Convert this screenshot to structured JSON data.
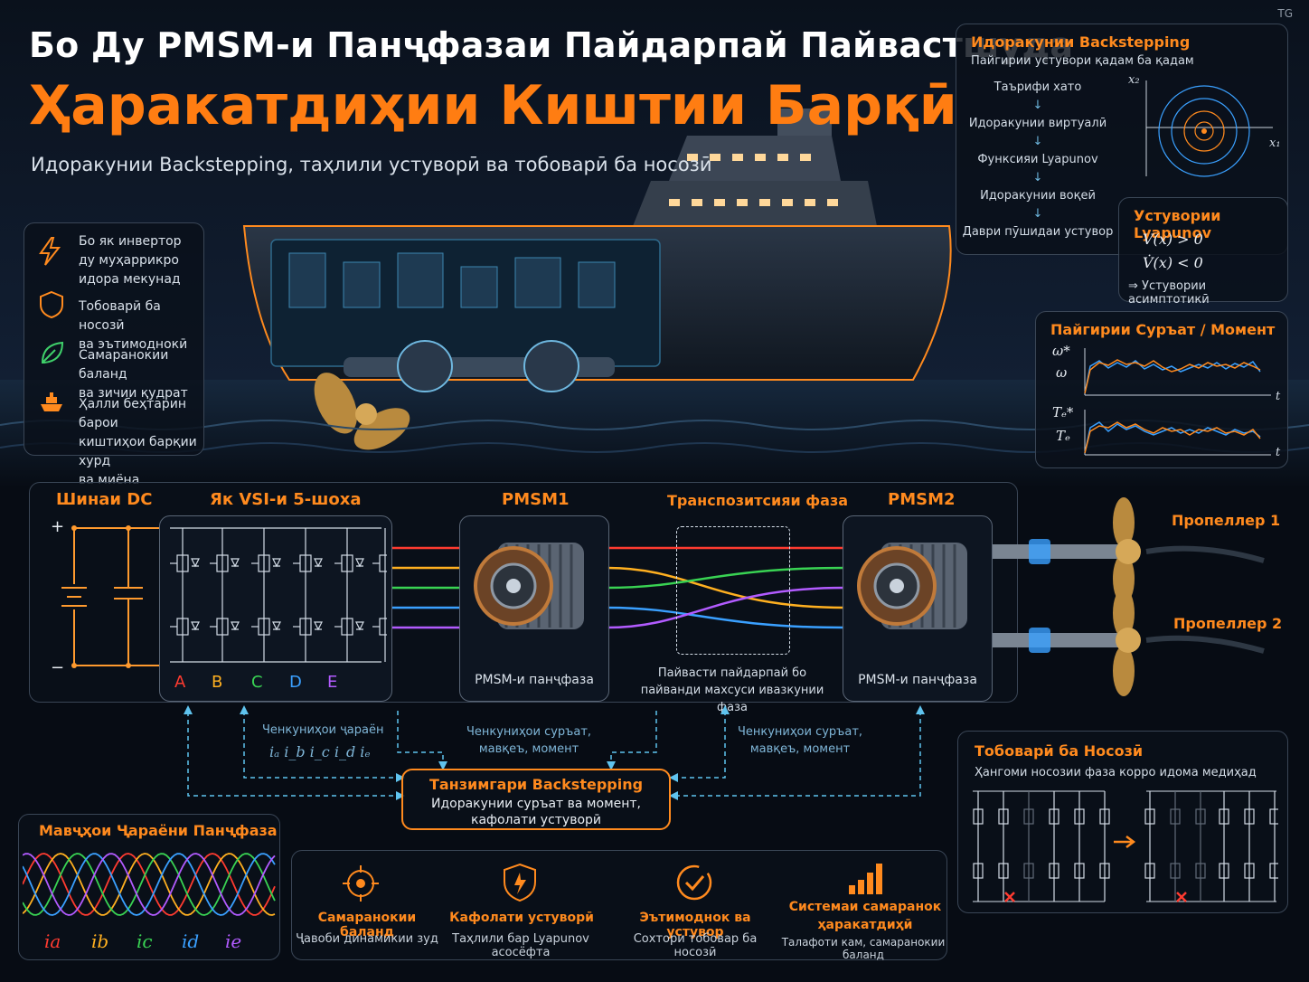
{
  "header": {
    "title_line1": "Бо Ду PMSM-и Панҷфазаи Пайдарпай Пайвастшуда",
    "title_line2": "Ҳаракатдиҳии Киштии Барқӣ",
    "subtitle": "Идоракунии Backstepping, таҳлили устуворӣ ва тобоварӣ ба носозӣ",
    "corner_tag": "TG"
  },
  "features": [
    {
      "icon": "lightning-icon",
      "text": [
        "Бо як инвертор",
        "ду муҳаррикро",
        "идора мекунад"
      ]
    },
    {
      "icon": "shield-icon",
      "text": [
        "Тобоварӣ ба носозӣ",
        "ва эътимоднокӣ"
      ]
    },
    {
      "icon": "leaf-icon",
      "text": [
        "Самаранокии баланд",
        "ва зичии қудрат"
      ]
    },
    {
      "icon": "ship-icon",
      "text": [
        "Ҳалли беҳтарин барои",
        "киштиҳои барқии хурд",
        "ва миёна"
      ]
    }
  ],
  "backstepping_panel": {
    "title": "Идоракунии Backstepping",
    "subtitle": "Пайгирии устувори қадам ба қадам",
    "steps": [
      "Таърифи хато",
      "Идоракунии виртуалӣ",
      "Функсияи Lyapunov",
      "Идоракунии воқеӣ",
      "Даври пӯшидаи устувор"
    ],
    "phase_axes": {
      "x": "x₁",
      "y": "x₂"
    }
  },
  "lyapunov_panel": {
    "title": "Устувории Lyapunov",
    "eq1": "V(x) > 0",
    "eq2": "V̇(x) < 0",
    "result": "⇒ Устувории асимптотикӣ"
  },
  "tracking_panel": {
    "title": "Пайгирии Суръат / Момент",
    "speed_labels": [
      "ω*",
      "ω"
    ],
    "torque_labels": [
      "Tₑ*",
      "Tₑ"
    ],
    "time_label": "t"
  },
  "drive": {
    "dc_bus": "Шинаи DC",
    "plus": "+",
    "minus": "−",
    "vsi": "Як VSI-и 5-шоха",
    "phases": [
      "A",
      "B",
      "C",
      "D",
      "E"
    ],
    "pmsm1": "PMSM1",
    "pmsm1_caption": "PMSM-и панҷфаза",
    "transposition": "Транспозитсияи фаза",
    "transposition_caption": [
      "Пайвасти пайдарпай бо",
      "пайванди махсуси ивазкунии фаза"
    ],
    "pmsm2": "PMSM2",
    "pmsm2_caption": "PMSM-и панҷфаза",
    "propeller1": "Пропеллер 1",
    "propeller2": "Пропеллер 2"
  },
  "feedback": {
    "currents_label": "Ченкуниҳои ҷараён",
    "currents_symbols": "iₐ i_b i_c i_d iₑ",
    "measure1": [
      "Ченкуниҳои суръат,",
      "мавқеъ, момент"
    ],
    "measure2": [
      "Ченкуниҳои суръат,",
      "мавқеъ, момент"
    ],
    "controller_title": "Танзимгари Backstepping",
    "controller_text": [
      "Идоракунии суръат ва момент,",
      "кафолати устуворӣ"
    ]
  },
  "currents_panel": {
    "title": "Мавҷҳои Ҷараёни Панҷфаза",
    "labels": [
      "ia",
      "ib",
      "ic",
      "id",
      "ie"
    ],
    "colors": [
      "#ff3b30",
      "#ffb020",
      "#39d353",
      "#3aa0ff",
      "#b25bff"
    ]
  },
  "benefits": [
    {
      "icon": "target-icon",
      "title": [
        "Самаранокии баланд"
      ],
      "sub": "Ҷавоби динамикии зуд"
    },
    {
      "icon": "shield-check-icon",
      "title": [
        "Кафолати устуворӣ"
      ],
      "sub": "Таҳлили бар Lyapunov асосёфта"
    },
    {
      "icon": "check-circle-icon",
      "title": [
        "Эътимоднок ва устувор"
      ],
      "sub": "Сохтори тобовар ба носозӣ"
    },
    {
      "icon": "bar-chart-icon",
      "title": [
        "Системаи самаранок",
        "ҳаракатдиҳӣ"
      ],
      "sub": "Талафоти кам, самаранокии баланд"
    }
  ],
  "fault_panel": {
    "title": "Тобоварӣ ба Носозӣ",
    "subtitle": "Ҳангоми носозии фаза корро идома медиҳад"
  },
  "colors": {
    "accent": "#ff8a1e",
    "panel_border": "#3a4656",
    "feedback": "#5fc3ee"
  }
}
